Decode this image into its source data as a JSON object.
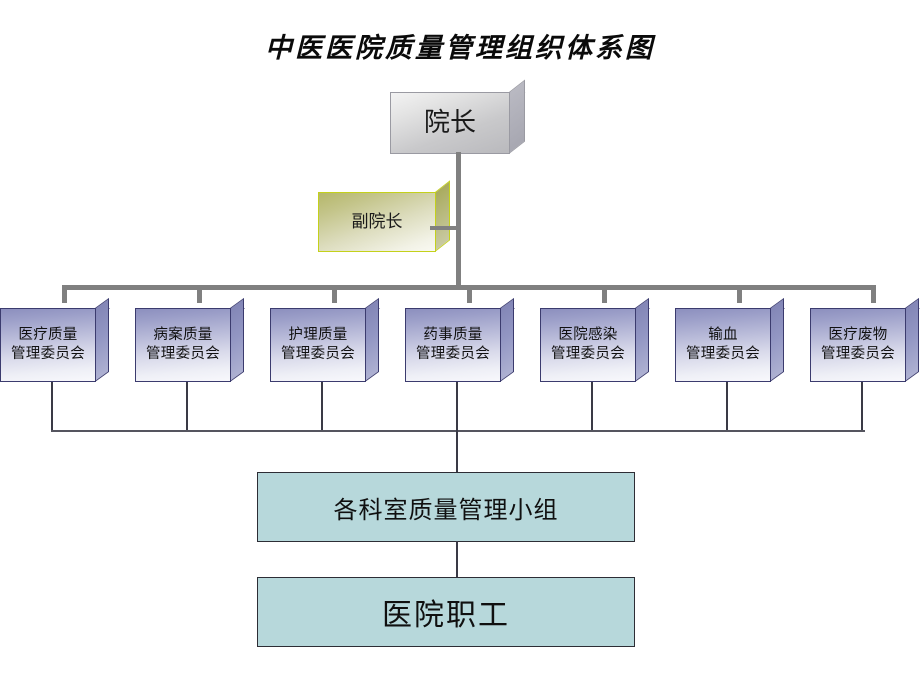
{
  "title": "中医医院质量管理组织体系图",
  "nodes": {
    "president": "院长",
    "vice_president": "副院长",
    "dept_group": "各科室质量管理小组",
    "staff": "医院职工"
  },
  "committees": [
    {
      "line1": "医疗质量",
      "line2": "管理委员会"
    },
    {
      "line1": "病案质量",
      "line2": "管理委员会"
    },
    {
      "line1": "护理质量",
      "line2": "管理委员会"
    },
    {
      "line1": "药事质量",
      "line2": "管理委员会"
    },
    {
      "line1": "医院感染",
      "line2": "管理委员会"
    },
    {
      "line1": "输血",
      "line2": "管理委员会"
    },
    {
      "line1": "医疗废物",
      "line2": "管理委员会"
    }
  ],
  "colors": {
    "committee_fill_top": "#8c8fbe",
    "committee_fill_bottom": "#f8f8fc",
    "committee_border": "#3b3b6e",
    "president_fill": "#c9c9cb",
    "vice_fill": "#b5b76a",
    "vice_border": "#c4d11b",
    "flat_fill": "#b7d8db",
    "flat_border": "#2d2d35",
    "connector_gray": "#808080",
    "connector_dark": "#3a3a46"
  }
}
